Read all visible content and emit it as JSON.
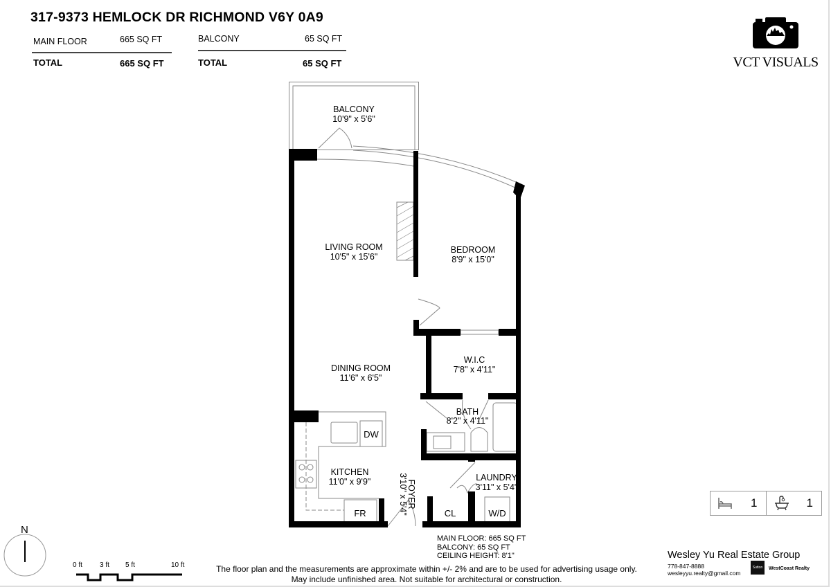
{
  "header": {
    "title": "317-9373 HEMLOCK DR RICHMOND V6Y 0A9",
    "main_floor_label": "MAIN FLOOR",
    "main_floor_area": "665 SQ FT",
    "total_label": "TOTAL",
    "total_area": "665 SQ FT",
    "balcony_label": "BALCONY",
    "balcony_area": "65 SQ FT",
    "balcony_total_label": "TOTAL",
    "balcony_total_area": "65 SQ FT"
  },
  "logo": {
    "text": "VCT VISUALS",
    "icon": "camera-icon"
  },
  "rooms": {
    "balcony": {
      "name": "BALCONY",
      "dims": "10'9\" x 5'6\""
    },
    "living": {
      "name": "LIVING ROOM",
      "dims": "10'5\" x 15'6\""
    },
    "bedroom": {
      "name": "BEDROOM",
      "dims": "8'9\" x 15'0\""
    },
    "wic": {
      "name": "W.I.C",
      "dims": "7'8\" x 4'11\""
    },
    "dining": {
      "name": "DINING ROOM",
      "dims": "11'6\" x 6'5\""
    },
    "bath": {
      "name": "BATH",
      "dims": "8'2\" x 4'11\""
    },
    "kitchen": {
      "name": "KITCHEN",
      "dims": "11'0\" x 9'9\""
    },
    "foyer": {
      "name": "FOYER",
      "dims": "3'10\" x 5'4\""
    },
    "laundry": {
      "name": "LAUNDRY",
      "dims": "3'11\" x 5'4\""
    }
  },
  "fixtures": {
    "dw": "DW",
    "fr": "FR",
    "cl": "CL",
    "wd": "W/D"
  },
  "legend": {
    "bedrooms": "1",
    "bathrooms": "1",
    "bed_icon": "bed-icon",
    "bath_icon": "bathtub-icon"
  },
  "notes": {
    "main_floor": "MAIN FLOOR: 665 SQ FT",
    "balcony": "BALCONY: 65 SQ FT",
    "ceiling": "CEILING HEIGHT: 8'1\""
  },
  "disclaimer": {
    "line1": "The floor plan and the measurements are approximate within +/- 2% and are to be used for advertising usage only.",
    "line2": "May include unfinished area. Not suitable for architectural or construction."
  },
  "agent": {
    "name": "Wesley Yu Real Estate Group",
    "phone": "778-847-8888",
    "email": "wesleyyu.realty@gmail.com",
    "brokerage_logo": "Sutton",
    "brokerage": "WestCoast Realty"
  },
  "compass": {
    "label": "N"
  },
  "scale": {
    "ticks": [
      "0 ft",
      "3 ft",
      "5 ft",
      "10 ft"
    ]
  }
}
